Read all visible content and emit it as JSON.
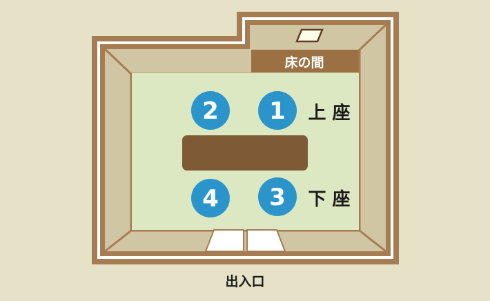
{
  "colors": {
    "background": "#e6e2c8",
    "wall": "#a67c52",
    "wall_inner": "#ffffff",
    "bevel": "#d1c6a4",
    "tatami": "#dce8c2",
    "alcove_band": "#9b7144",
    "table": "#7f5a36",
    "seat": "#2b95cb",
    "text_dark": "#1a1a1a",
    "text_light": "#ffffff"
  },
  "room": {
    "alcove_label": "床の間",
    "entrance_label": "出入口"
  },
  "seats": [
    {
      "number": "1"
    },
    {
      "number": "2"
    },
    {
      "number": "3"
    },
    {
      "number": "4"
    }
  ],
  "seat_labels": {
    "upper": "上 座",
    "lower": "下 座"
  }
}
